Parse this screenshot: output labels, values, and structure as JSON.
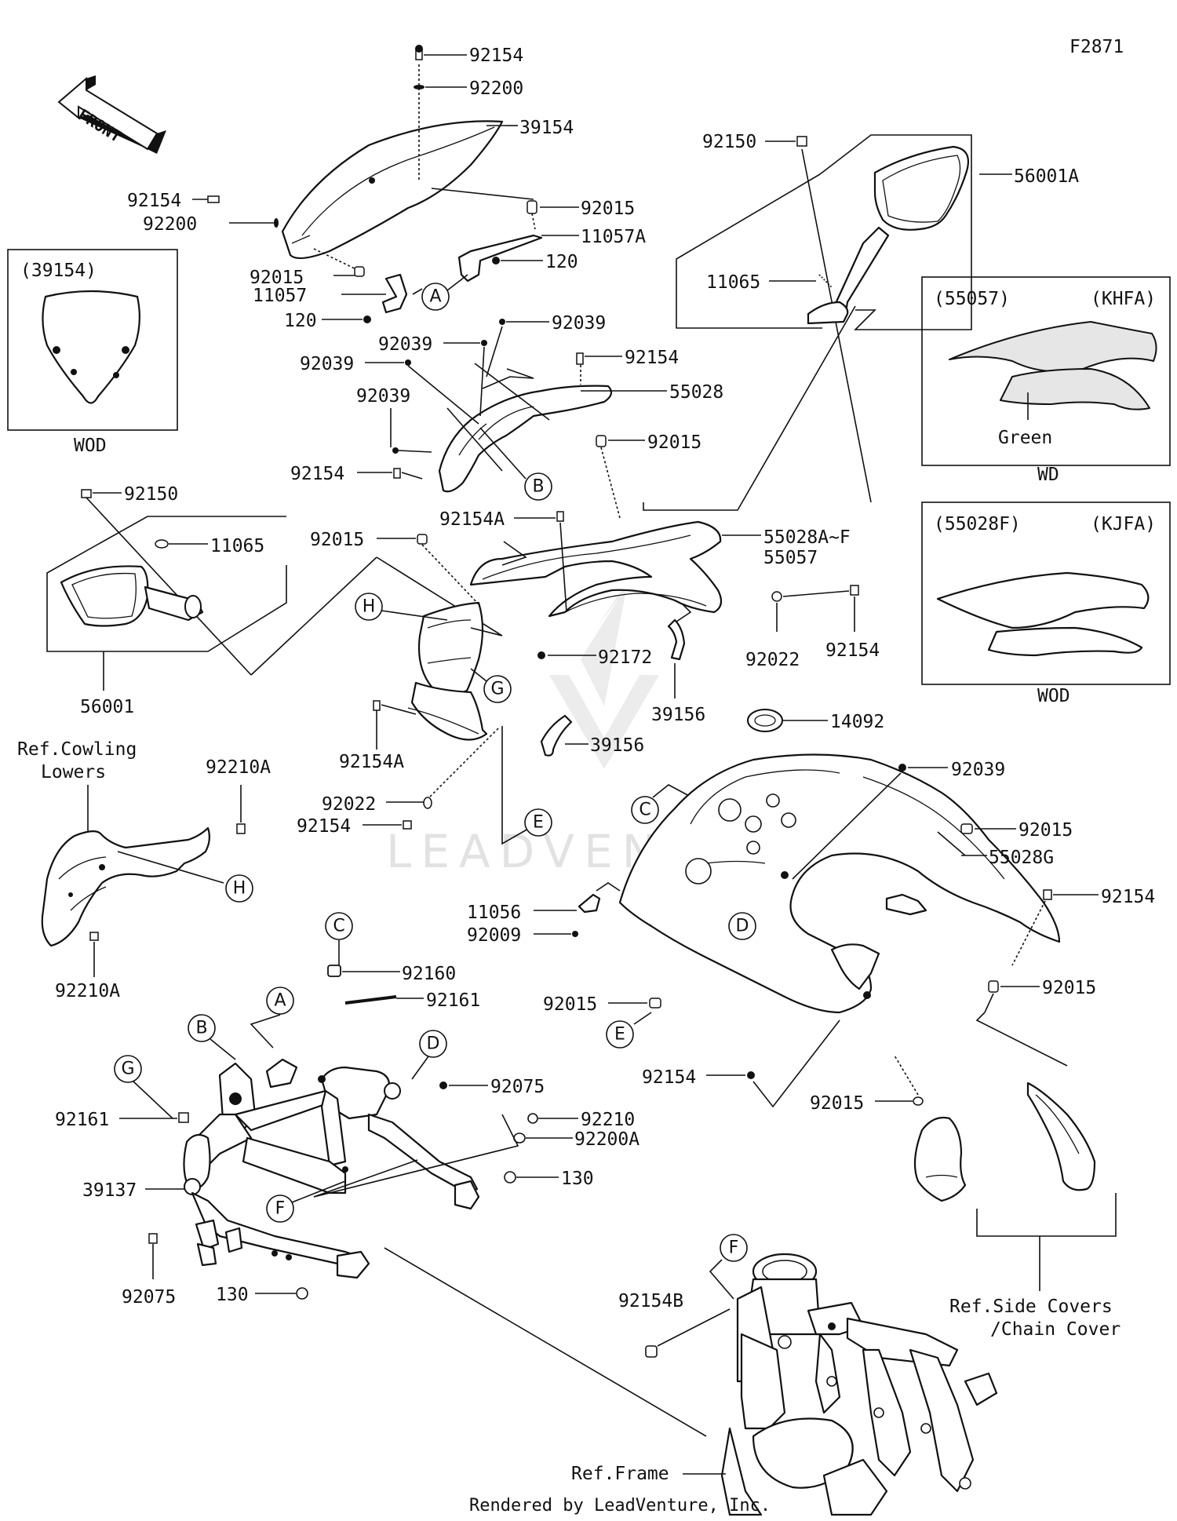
{
  "diagram_code": "F2871",
  "front_label": "FRONT",
  "watermark": "LEADVENTURE",
  "footer": "Rendered by LeadVenture, Inc.",
  "insets": {
    "windshield": {
      "part": "(39154)",
      "variant": "WOD"
    },
    "cowl_55057": {
      "part": "(55057)",
      "model": "(KHFA)",
      "color": "Green",
      "variant": "WD"
    },
    "cowl_55028F": {
      "part": "(55028F)",
      "model": "(KJFA)",
      "variant": "WOD"
    }
  },
  "refs": {
    "cowling_lowers_1": "Ref.Cowling",
    "cowling_lowers_2": "Lowers",
    "side_covers_1": "Ref.Side Covers",
    "side_covers_2": "/Chain Cover",
    "frame": "Ref.Frame"
  },
  "labels": {
    "l92154_top": "92154",
    "l92200_top": "92200",
    "l39154": "39154",
    "l92154_left": "92154",
    "l92200_left": "92200",
    "l92015_a": "92015",
    "l11057A": "11057A",
    "l120_a": "120",
    "l92015_b": "92015",
    "l11057": "11057",
    "l120_b": "120",
    "l92150_top": "92150",
    "l56001A": "56001A",
    "l11065_top": "11065",
    "l92039_a": "92039",
    "l92039_b": "92039",
    "l92039_c": "92039",
    "l92039_d": "92039",
    "l92154_mid": "92154",
    "l55028": "55028",
    "l92015_c": "92015",
    "l92154_b": "92154",
    "l92150_left": "92150",
    "l11065_left": "11065",
    "l92154A_a": "92154A",
    "l55028AF": "55028A~F",
    "l55057": "55057",
    "l92015_d": "92015",
    "l92172": "92172",
    "l92022_a": "92022",
    "l92154_c": "92154",
    "l56001": "56001",
    "l39156_a": "39156",
    "l39156_b": "39156",
    "l92154A_b": "92154A",
    "l14092": "14092",
    "l92039_e": "92039",
    "l92210A_a": "92210A",
    "l92022_b": "92022",
    "l92154_d": "92154",
    "l92015_e": "92015",
    "l55028G": "55028G",
    "l92210A_b": "92210A",
    "l11056": "11056",
    "l92009": "92009",
    "l92154_e": "92154",
    "l92160": "92160",
    "l92161_a": "92161",
    "l92015_f": "92015",
    "l92015_g": "92015",
    "l92075_a": "92075",
    "l92154_f": "92154",
    "l92015_h": "92015",
    "l92161_b": "92161",
    "l92210": "92210",
    "l92200A": "92200A",
    "l39137": "39137",
    "l130_a": "130",
    "l92075_b": "92075",
    "l130_b": "130",
    "l92154B": "92154B"
  },
  "callouts": {
    "A1": "A",
    "B1": "B",
    "H1": "H",
    "G1": "G",
    "E1": "E",
    "C1": "C",
    "D1": "D",
    "H2": "H",
    "C2": "C",
    "A2": "A",
    "B2": "B",
    "D2": "D",
    "G2": "G",
    "F1": "F",
    "E2": "E",
    "F2": "F"
  }
}
